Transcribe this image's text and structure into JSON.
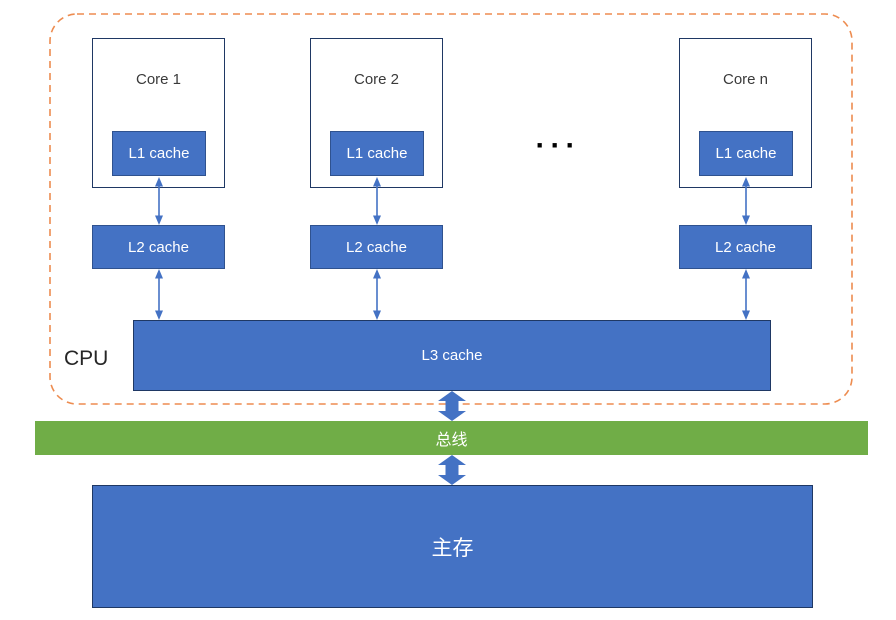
{
  "diagram": {
    "cpu_label": "CPU",
    "cores": [
      {
        "label": "Core 1",
        "l1_label": "L1 cache",
        "l2_label": "L2 cache"
      },
      {
        "label": "Core 2",
        "l1_label": "L1 cache",
        "l2_label": "L2 cache"
      },
      {
        "label": "Core n",
        "l1_label": "L1 cache",
        "l2_label": "L2 cache"
      }
    ],
    "ellipsis": "···",
    "l3_label": "L3 cache",
    "bus_label": "总线",
    "memory_label": "主存",
    "colors": {
      "box_fill_blue": "#4472C4",
      "box_border_blue": "#2F528F",
      "dark_outline": "#1F3864",
      "bus_green": "#70AD47",
      "cpu_boundary_orange": "#ED8C50",
      "arrow_blue": "#4472C4"
    }
  }
}
